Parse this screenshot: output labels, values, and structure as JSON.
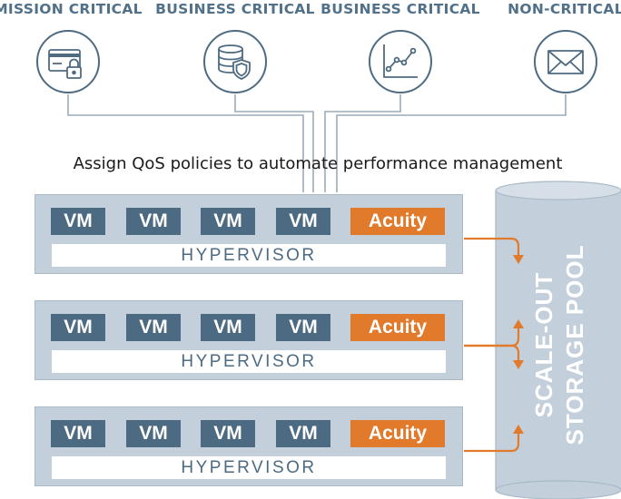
{
  "categories": [
    {
      "label": "MISSION CRITICAL",
      "icon": "credit-card-lock-icon"
    },
    {
      "label": "BUSINESS CRITICAL",
      "icon": "database-shield-icon"
    },
    {
      "label": "BUSINESS CRITICAL",
      "icon": "line-graph-icon"
    },
    {
      "label": "NON-CRITICAL",
      "icon": "envelope-icon"
    }
  ],
  "tagline": "Assign QoS policies to automate performance management",
  "hosts": [
    {
      "vms": [
        "VM",
        "VM",
        "VM",
        "VM"
      ],
      "acuity": "Acuity",
      "hypervisor": "HYPERVISOR"
    },
    {
      "vms": [
        "VM",
        "VM",
        "VM",
        "VM"
      ],
      "acuity": "Acuity",
      "hypervisor": "HYPERVISOR"
    },
    {
      "vms": [
        "VM",
        "VM",
        "VM",
        "VM"
      ],
      "acuity": "Acuity",
      "hypervisor": "HYPERVISOR"
    }
  ],
  "storage_pool": {
    "line1": "SCALE-OUT",
    "line2": "STORAGE POOL"
  },
  "colors": {
    "slate": "#4c6b83",
    "label": "#51718a",
    "host_panel": "#c3d0db",
    "pool": "#c3d0db",
    "accent": "#e27a2c",
    "connector": "#9aabb8"
  }
}
